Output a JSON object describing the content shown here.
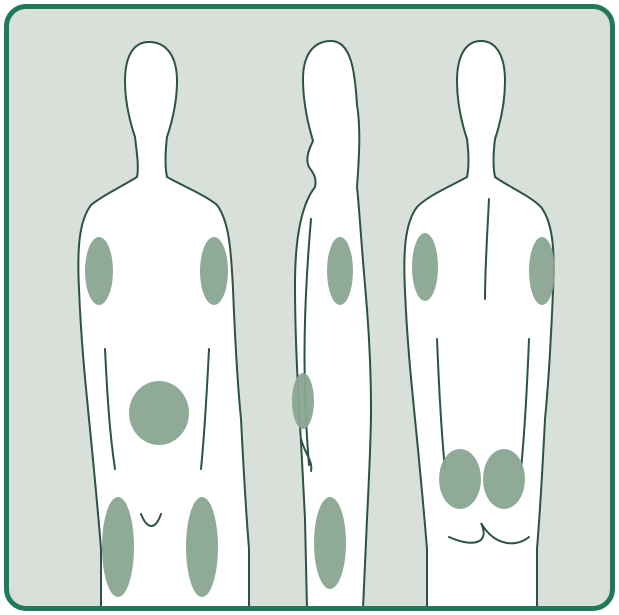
{
  "colors": {
    "background": "#d9dfd9",
    "frame_border": "#1f7a5a",
    "body_fill": "#ffffff",
    "outline": "#2d5248",
    "injection_site": "#8aa592"
  },
  "figures": [
    {
      "view": "front",
      "sites": [
        "left-upper-arm",
        "right-upper-arm",
        "abdomen",
        "left-thigh",
        "right-thigh"
      ]
    },
    {
      "view": "side",
      "sites": [
        "upper-arm",
        "abdomen-side",
        "thigh"
      ]
    },
    {
      "view": "back",
      "sites": [
        "left-upper-arm",
        "right-upper-arm",
        "left-buttock",
        "right-buttock"
      ]
    }
  ]
}
